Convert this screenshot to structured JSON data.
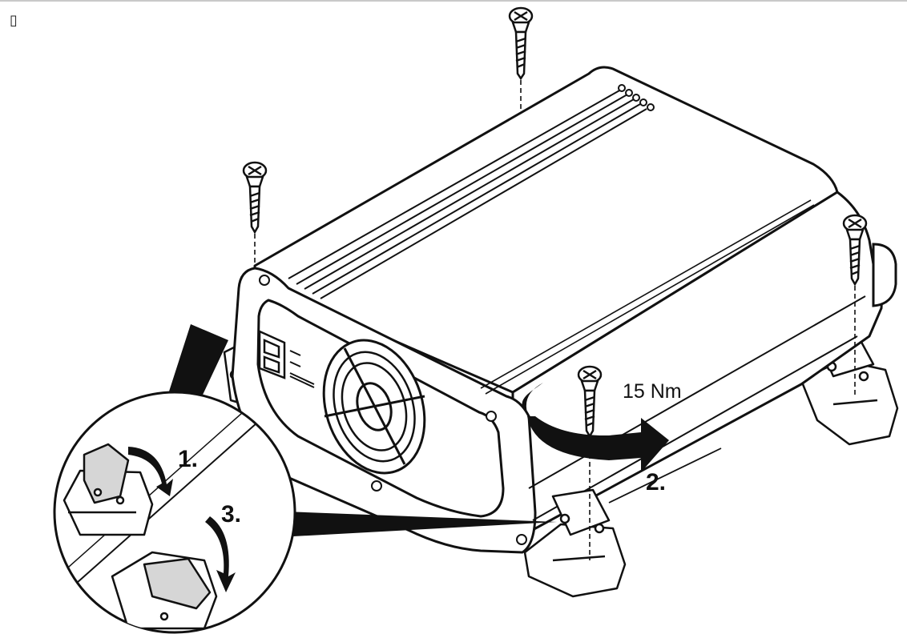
{
  "page": {
    "corner_glyph": "▯"
  },
  "labels": {
    "torque": "15 Nm",
    "step1": "1.",
    "step2": "2.",
    "step3": "3."
  },
  "colors": {
    "ink": "#111111",
    "paper": "#ffffff",
    "fill_grey": "#d6d6d6"
  }
}
